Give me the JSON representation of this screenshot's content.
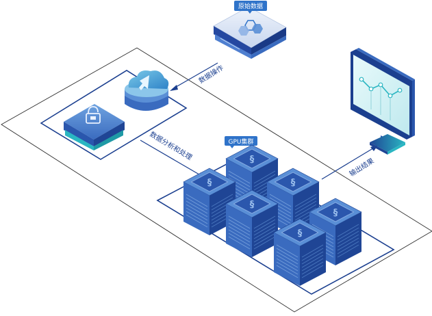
{
  "nodes": {
    "raw_data": "原始数据",
    "gpu_cluster": "GPU集群"
  },
  "edges": {
    "data_operation": "数据操作",
    "analysis": "数据分析和处理",
    "output": "输出结果"
  },
  "colors": {
    "outline": "#1b3f8f",
    "server_light": "#5a8fd6",
    "server_mid": "#3a6bbf",
    "server_dark": "#1f4595",
    "badge": "#2f73c9",
    "teal": "#2ab6c2",
    "screen": "#d9f4f6"
  }
}
